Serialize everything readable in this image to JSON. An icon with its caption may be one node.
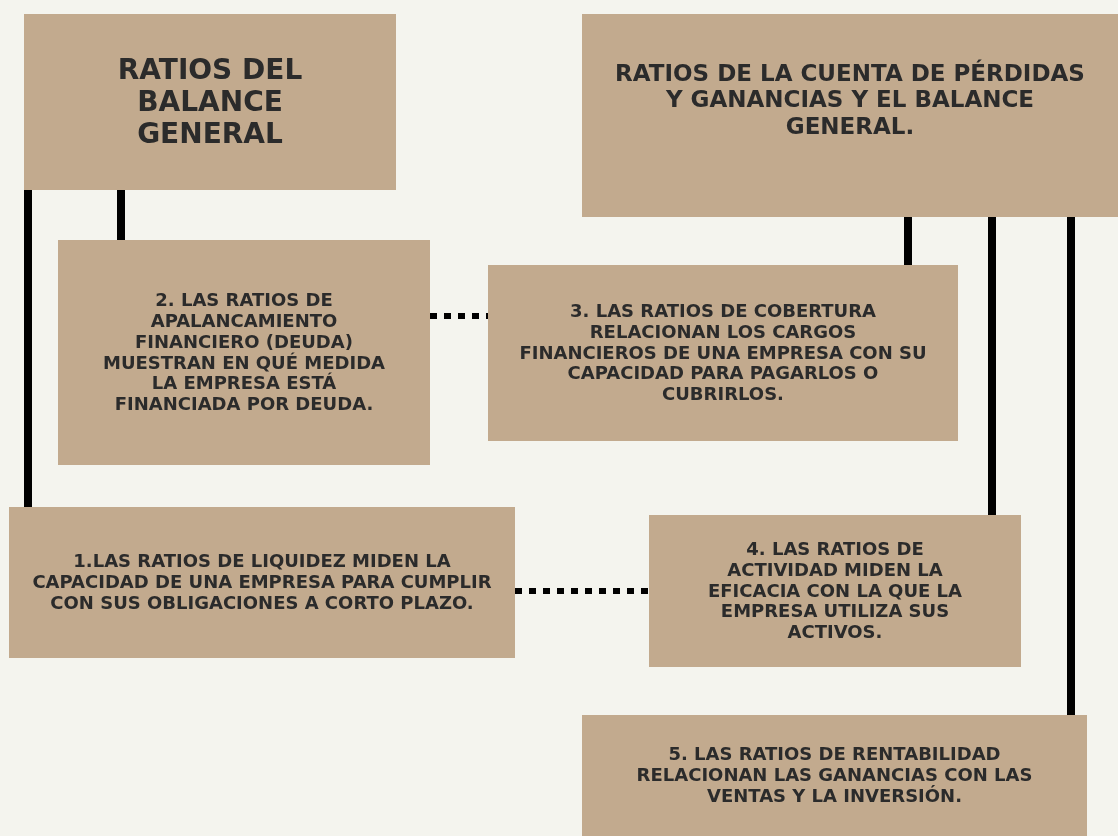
{
  "diagram": {
    "nodes": [
      {
        "text": [
          "RATIOS DEL BALANCE GENERAL"
        ]
      },
      {
        "text": [
          "RATIOS DE LA CUENTA DE PÉRDIDAS Y GANANCIAS Y EL BALANCE GENERAL."
        ]
      },
      {
        "text": [
          "2. LAS RATIOS DE APALANCAMIENTO FINANCIERO (DEUDA) MUESTRAN EN QUÉ MEDIDA LA EMPRESA ESTÁ FINANCIADA POR DEUDA."
        ]
      },
      {
        "text": [
          "3. LAS RATIOS DE COBERTURA RELACIONAN LOS CARGOS FINANCIEROS DE UNA EMPRESA CON SU CAPACIDAD PARA PAGARLOS O CUBRIRLOS."
        ]
      },
      {
        "text": [
          "1.LAS RATIOS DE LIQUIDEZ MIDEN LA CAPACIDAD DE UNA EMPRESA PARA CUMPLIR CON SUS OBLIGACIONES A CORTO PLAZO."
        ]
      },
      {
        "text": [
          "4. LAS RATIOS DE ACTIVIDAD MIDEN LA EFICACIA CON LA QUE LA EMPRESA UTILIZA SUS ACTIVOS."
        ]
      },
      {
        "text": [
          "5. LAS RATIOS DE RENTABILIDAD RELACIONAN LAS GANANCIAS CON LAS VENTAS Y LA INVERSIÓN."
        ]
      }
    ],
    "edges": [
      {
        "from": 0,
        "to": 2,
        "arrow": "none"
      },
      {
        "from": 0,
        "to": 4,
        "arrow": "none"
      },
      {
        "from": 1,
        "to": 3,
        "arrow": "none"
      },
      {
        "from": 1,
        "to": 5,
        "arrow": "none"
      },
      {
        "from": 1,
        "to": 6,
        "arrow": "none"
      },
      {
        "from": 2,
        "to": 3,
        "arrow": "none",
        "style": "dashed"
      },
      {
        "from": 4,
        "to": 5,
        "arrow": "none",
        "style": "dashed"
      }
    ]
  }
}
